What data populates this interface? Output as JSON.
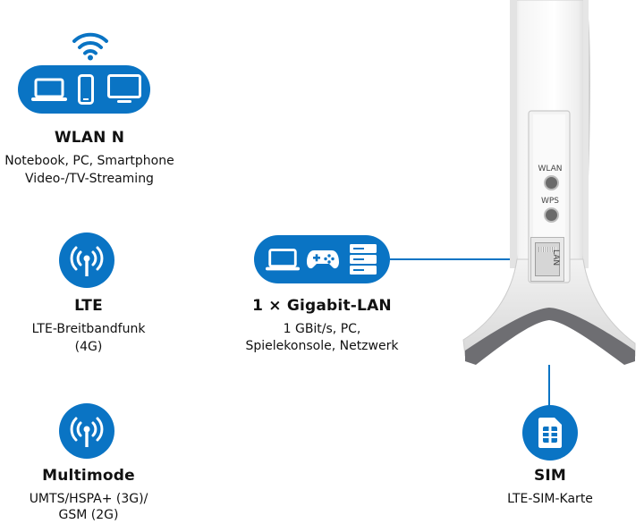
{
  "accent_color": "#0a74c4",
  "wlan": {
    "title": "WLAN  N",
    "line1": "Notebook, PC, Smartphone",
    "line2": "Video-/TV-Streaming",
    "icons": [
      "wifi-icon",
      "laptop-icon",
      "smartphone-icon",
      "monitor-icon"
    ]
  },
  "lte": {
    "title": "LTE",
    "line1": "LTE-Breitbandfunk",
    "line2": "(4G)",
    "icon": "antenna-icon"
  },
  "multimode": {
    "title": "Multimode",
    "line1": "UMTS/HSPA+ (3G)/",
    "line2": "GSM (2G)",
    "icon": "antenna-icon"
  },
  "lan": {
    "title": "1 × Gigabit-LAN",
    "line1": "1 GBit/s, PC,",
    "line2": "Spielekonsole, Netzwerk",
    "icons": [
      "laptop-icon",
      "gamepad-icon",
      "server-icon"
    ]
  },
  "sim": {
    "title": "SIM",
    "line1": "LTE-SIM-Karte",
    "icon": "sim-card-icon"
  },
  "device": {
    "wlan_label": "WLAN",
    "wps_label": "WPS",
    "lan_label": "LAN"
  }
}
